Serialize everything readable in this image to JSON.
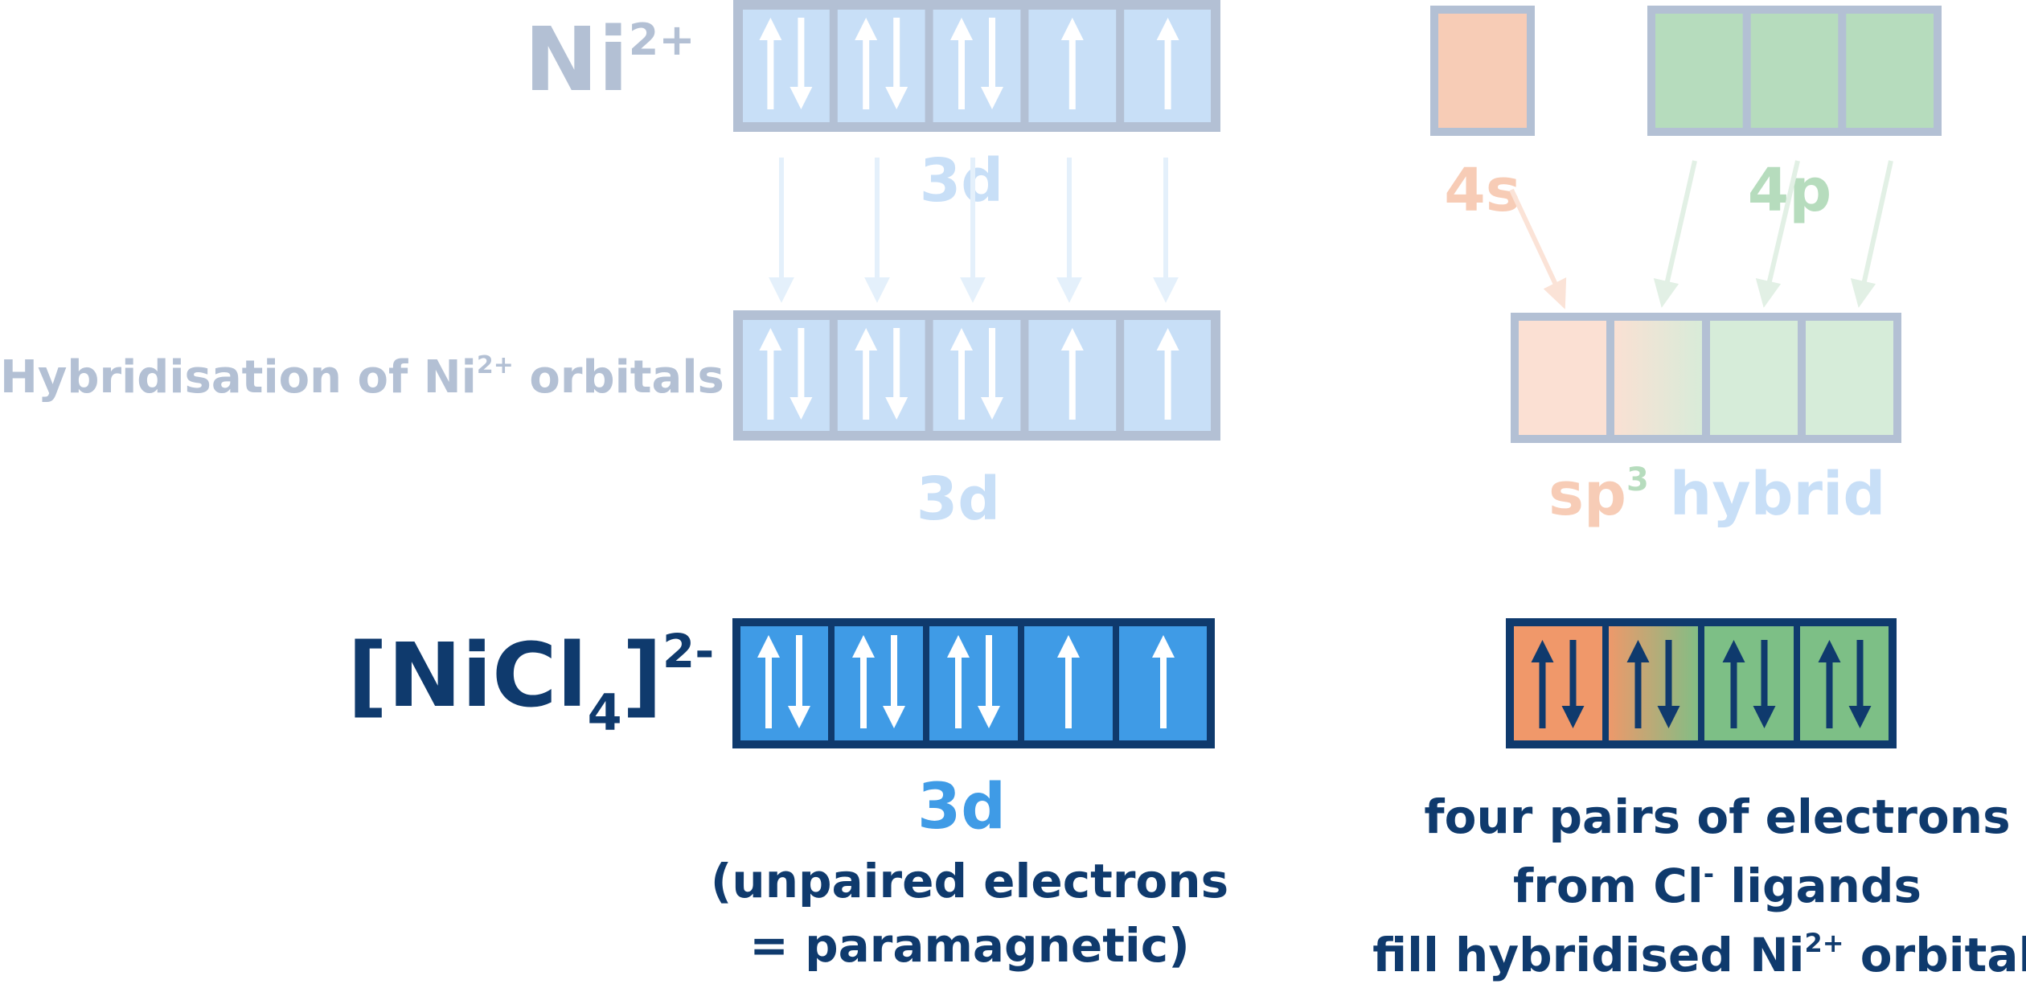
{
  "colors": {
    "faded_grey": "#b3c0d4",
    "faded_blue_text": "#c8dff7",
    "faded_orange_text": "#f7ccb6",
    "faded_green_text": "#b6dcbd",
    "dark_navy": "#0f3a6d",
    "bright_blue": "#3f9be6",
    "orange": "#f0986a",
    "green": "#7dbf86"
  },
  "row1": {
    "ion_symbol": "Ni",
    "ion_charge": "2+",
    "d_label": "3d",
    "s_label": "4s",
    "p_label": "4p",
    "d_electrons": [
      "pair",
      "pair",
      "pair",
      "up",
      "up"
    ]
  },
  "row2": {
    "caption_main": "Hybridisation of Ni",
    "caption_charge": "2+",
    "caption_tail": " orbitals",
    "d_label": "3d",
    "hybrid_label_sp": "sp",
    "hybrid_label_sup": "3",
    "hybrid_label_tail": " hybrid",
    "d_electrons": [
      "pair",
      "pair",
      "pair",
      "up",
      "up"
    ]
  },
  "row3": {
    "complex_open": "[NiCl",
    "complex_sub": "4",
    "complex_close": "]",
    "complex_charge": "2-",
    "d_label": "3d",
    "d_note_line1": "(unpaired electrons",
    "d_note_line2": "= paramagnetic)",
    "hybrid_note_line1": "four pairs of electrons",
    "hybrid_note_line2a": "from Cl",
    "hybrid_note_line2sup": "-",
    "hybrid_note_line2b": " ligands",
    "hybrid_note_line3a": "fill hybridised Ni",
    "hybrid_note_line3sup": "2+",
    "hybrid_note_line3b": " orbitals",
    "d_electrons": [
      "pair",
      "pair",
      "pair",
      "up",
      "up"
    ],
    "hybrid_electrons": [
      "pair",
      "pair",
      "pair",
      "pair"
    ]
  }
}
